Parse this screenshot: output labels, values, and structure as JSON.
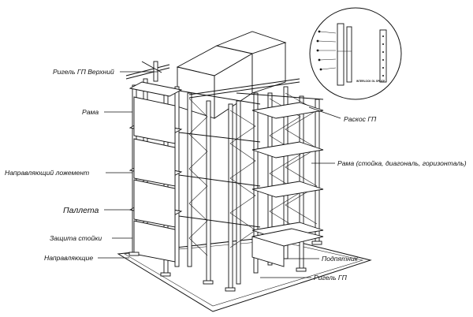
{
  "labels": {
    "rigel_top": "Ригель ГП Верхний",
    "rama_left": "Рама",
    "guide_rail": "Направляющий ложемент",
    "pallet": "Паллета",
    "post_guard": "Защита стойки",
    "guides": "Направляющие",
    "raskos": "Раскос ГП",
    "rama_right": "Рама (стойка, диагональ, горизонталь)",
    "footplate": "Подпятник",
    "rigel": "Ригель ГП"
  },
  "inset": {
    "caption": "INTERLOCK GL SPLICE"
  },
  "colors": {
    "line": "#111111",
    "background": "#ffffff"
  }
}
